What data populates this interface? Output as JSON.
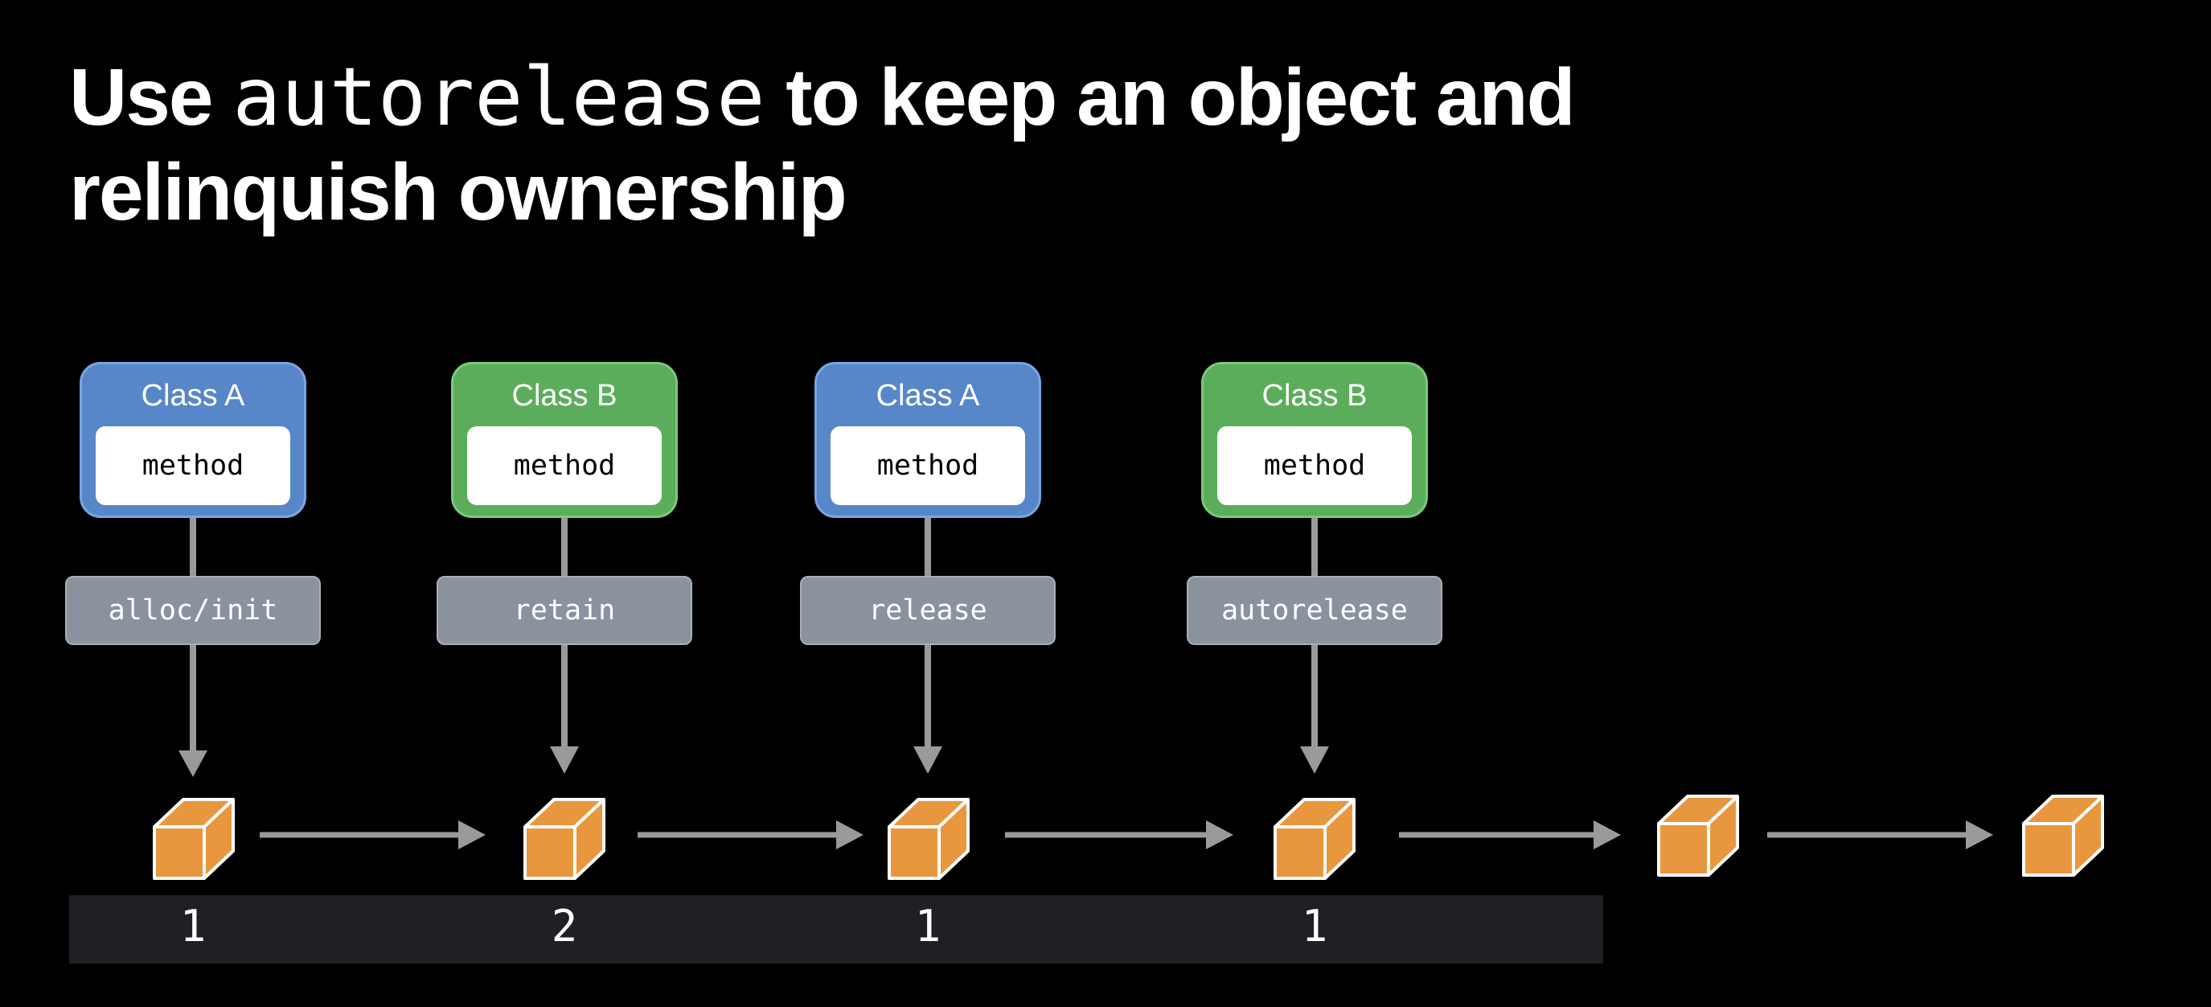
{
  "title": {
    "line1_prefix": "Use ",
    "line1_code": "autorelease",
    "line1_suffix": " to keep an object and",
    "line2": "relinquish ownership"
  },
  "steps": [
    {
      "class_name": "Class A",
      "method": "method",
      "message": "alloc/init",
      "count": "1",
      "color": "#5787c9"
    },
    {
      "class_name": "Class B",
      "method": "method",
      "message": "retain",
      "count": "2",
      "color": "#5cad5b"
    },
    {
      "class_name": "Class A",
      "method": "method",
      "message": "release",
      "count": "1",
      "color": "#5787c9"
    },
    {
      "class_name": "Class B",
      "method": "method",
      "message": "autorelease",
      "count": "1",
      "color": "#5cad5b"
    }
  ],
  "colors": {
    "background": "#000000",
    "cube": "#e9973f",
    "arrow": "#9a9a9a",
    "message_box": "#8a929d",
    "count_bar": "#1f2023"
  },
  "icons": [
    "cube-icon",
    "arrow-right-icon",
    "arrow-down-icon"
  ]
}
